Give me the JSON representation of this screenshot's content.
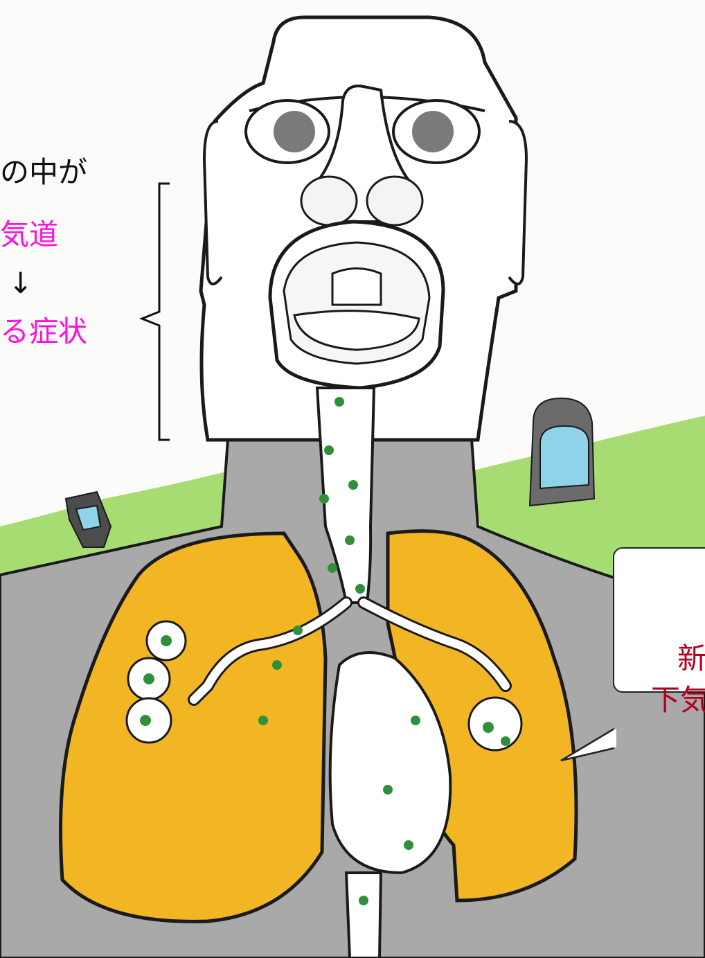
{
  "left_annotation": {
    "line1": "の中が",
    "line2": "気道",
    "arrow": "↓",
    "line4": "る症状"
  },
  "callout": {
    "line1": "新",
    "line2": "下気"
  },
  "colors": {
    "annotation_black": "#111111",
    "annotation_pink": "#ff10e0",
    "callout_red": "#b3001e",
    "lung_yellow": "#f2b624",
    "grass_green": "#9fd86a",
    "body_gray": "#a9a9a9",
    "germ_green": "#2f8f3a"
  },
  "illustration": {
    "subject": "moai-head-respiratory-tract",
    "background_figures": [
      "small-moai-with-mask-left",
      "small-moai-with-mask-right"
    ]
  }
}
